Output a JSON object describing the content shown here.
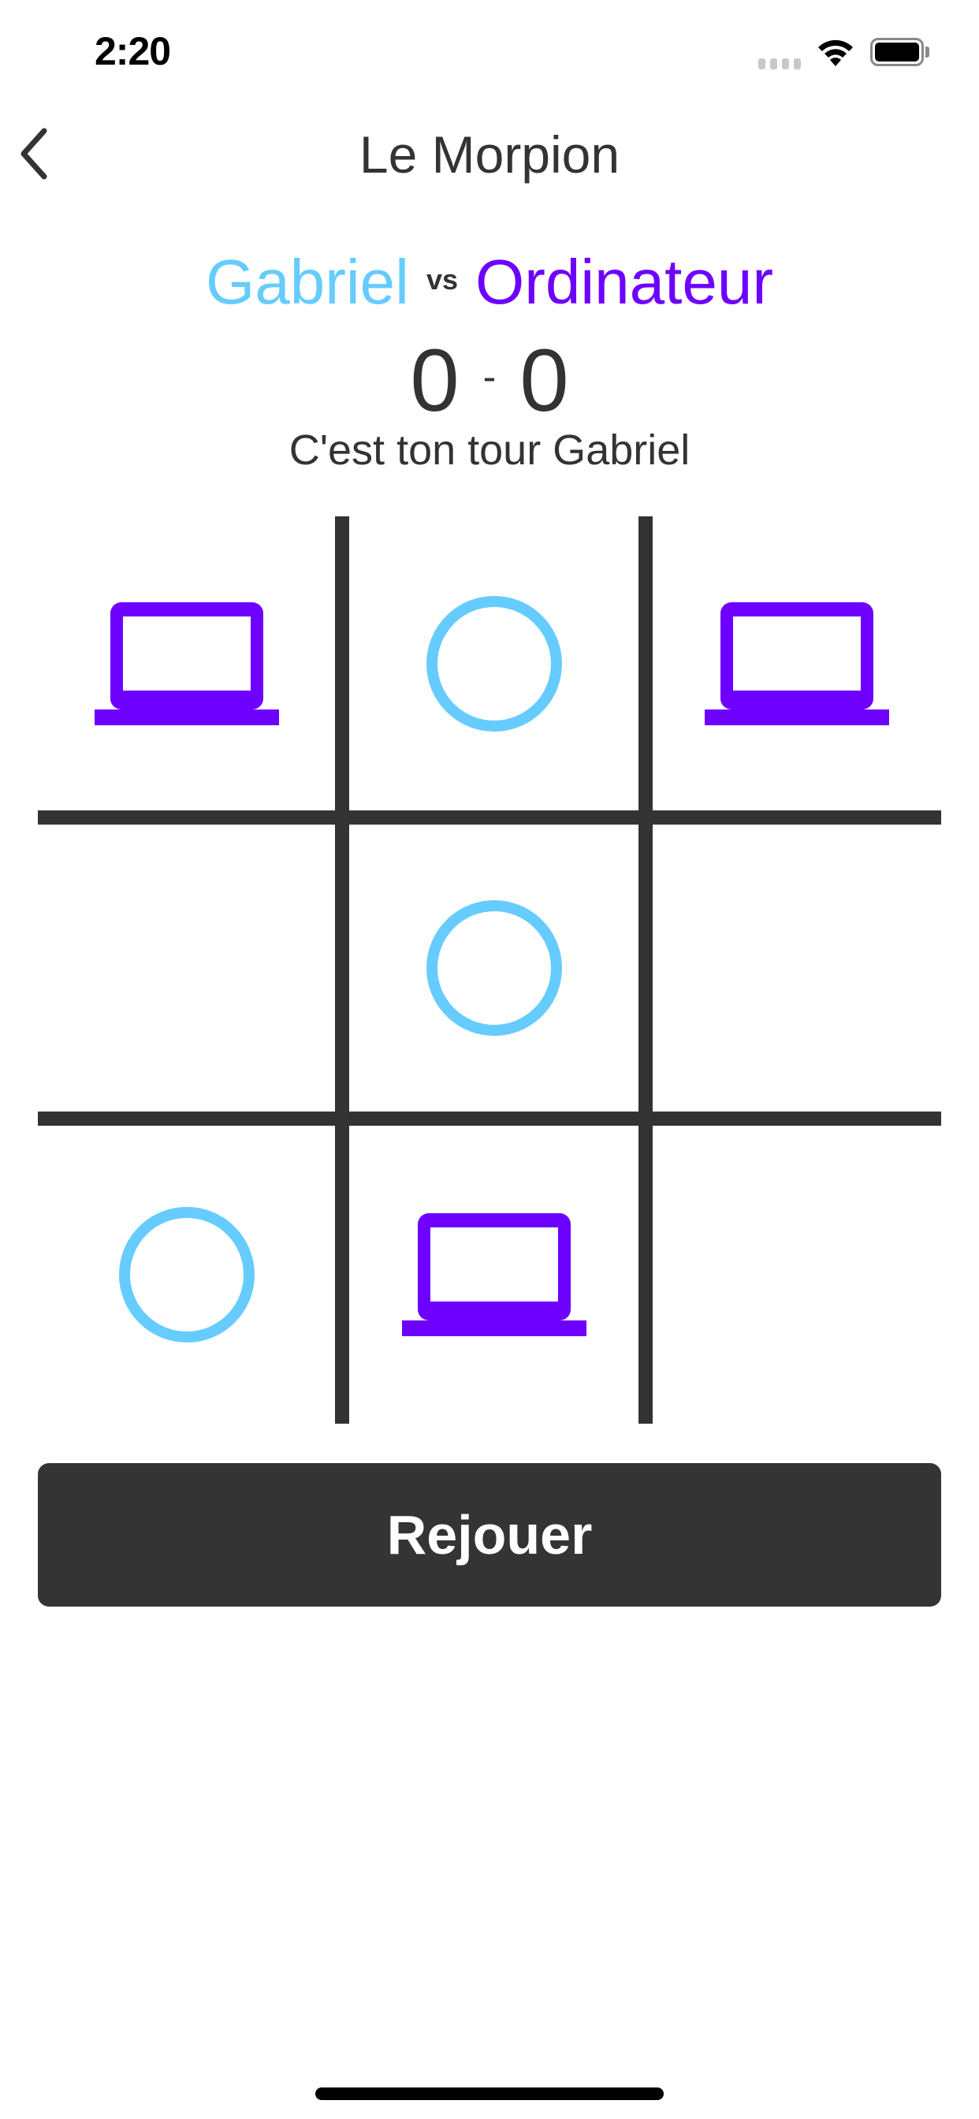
{
  "status_bar": {
    "time": "2:20"
  },
  "nav": {
    "title": "Le Morpion",
    "back_icon": "chevron-left-icon"
  },
  "match": {
    "player1": "Gabriel",
    "vs": "vs",
    "player2": "Ordinateur",
    "score1": "0",
    "dash": "-",
    "score2": "0",
    "turn_message": "C'est ton tour Gabriel"
  },
  "colors": {
    "player1": "#66ccff",
    "player2": "#6e00ff",
    "grid": "#333333",
    "button_bg": "#343434"
  },
  "board": {
    "cells": [
      [
        "computer",
        "player",
        "computer"
      ],
      [
        "",
        "player",
        ""
      ],
      [
        "player",
        "computer",
        ""
      ]
    ],
    "legend": {
      "player": "ring-icon",
      "computer": "laptop-icon"
    }
  },
  "actions": {
    "replay_label": "Rejouer"
  }
}
